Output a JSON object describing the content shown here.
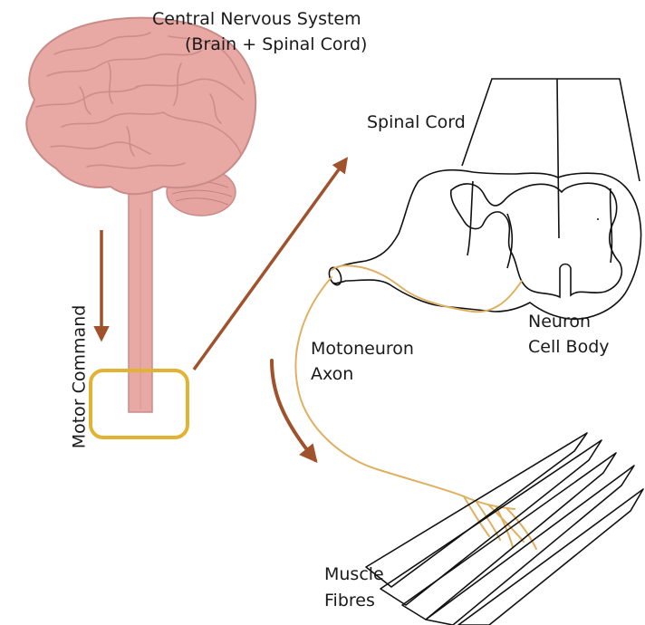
{
  "labels": {
    "title_line1": "Central Nervous System",
    "title_line2": "(Brain + Spinal Cord)",
    "spinal_cord": "Spinal Cord",
    "neuron_line1": "Neuron",
    "neuron_line2": "Cell Body",
    "motoneuron_line1": "Motoneuron",
    "motoneuron_line2": "Axon",
    "muscle_line1": "Muscle",
    "muscle_line2": "Fibres",
    "motor_command": "Motor Command"
  },
  "colors": {
    "brain": "#e8a8a4",
    "brain_outline": "#c88c88",
    "brain_fold": "#cf8c88",
    "arrow": "#a0522d",
    "highlight_box": "#e2b333",
    "axon": "#dfb062",
    "line": "#111111"
  }
}
